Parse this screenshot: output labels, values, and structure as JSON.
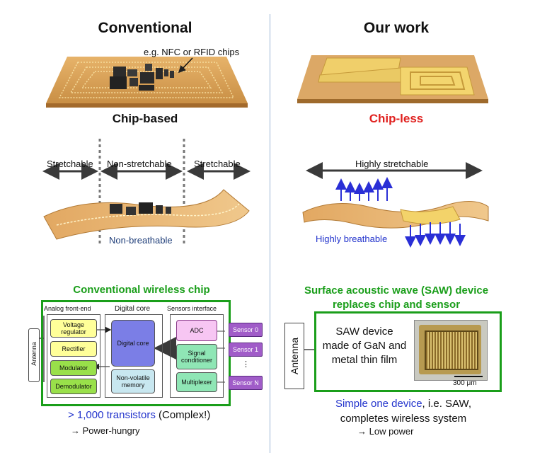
{
  "left": {
    "title": "Conventional",
    "chip_callout": "e.g. NFC or RFID chips",
    "chip_based": "Chip-based",
    "stretch_left": "Stretchable",
    "non_stretch": "Non-stretchable",
    "stretch_right": "Stretchable",
    "non_breathable": "Non-breathable",
    "wireless_title": "Conventional wireless chip",
    "analog_title": "Analog front-end",
    "digital_title": "Digital core",
    "sensors_title": "Sensors interface",
    "antenna": "Antenna",
    "blocks": {
      "voltage_regulator": "Voltage regulator",
      "rectifier": "Rectifier",
      "modulator": "Modulator",
      "demodulator": "Demodulator",
      "digital_core": "Digital core",
      "nvm": "Non-volatile memory",
      "adc": "ADC",
      "signal_conditioner": "Signal conditioner",
      "multiplexer": "Multiplexer",
      "sensor0": "Sensor 0",
      "sensor1": "Sensor 1",
      "sensor_dots": "⋮",
      "sensorN": "Sensor N"
    },
    "transistors_blue": "> 1,000 transistors",
    "transistors_black": " (Complex!)",
    "power": "→ Power-hungry"
  },
  "right": {
    "title": "Our work",
    "chip_less": "Chip-less",
    "highly_stretchable": "Highly stretchable",
    "highly_breathable": "Highly breathable",
    "saw_title_1": "Surface acoustic wave (SAW) device",
    "saw_title_2": "replaces chip and sensor",
    "antenna": "Antenna",
    "saw_text": "SAW device made of GaN and metal thin film",
    "scale": "300 μm",
    "simple_blue": "Simple one device",
    "simple_black": ", i.e. SAW,",
    "completes": "completes wireless system",
    "power": "→ Low power"
  },
  "colors": {
    "green": "#1a9e1a",
    "red": "#e0201e",
    "blue": "#2233cc",
    "arrow": "#3a3a3a"
  }
}
